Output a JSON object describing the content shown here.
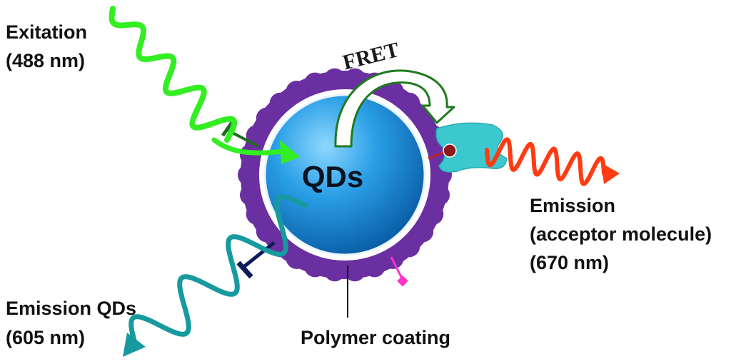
{
  "labels": {
    "excitation_line1": "Exitation",
    "excitation_line2": "(488 nm)",
    "fret": "FRET",
    "qds": "QDs",
    "emission_acceptor_line1": "Emission",
    "emission_acceptor_line2": "(acceptor molecule)",
    "emission_acceptor_line3": "(670 nm)",
    "emission_qds_line1": "Emission QDs",
    "emission_qds_line2": "(605 nm)",
    "polymer_coating": "Polymer coating"
  },
  "colors": {
    "excitation_wave": "#33ee22",
    "fret_arrow": "#1e6b1e",
    "qd_core": "#1a8fd8",
    "polymer_shell": "#6a2fa0",
    "acceptor_molecule": "#3cc8cf",
    "acceptor_emission": "#ff3b12",
    "qd_emission": "#169aa0",
    "linker_pink": "#ff33cc",
    "linker_navy": "#0d1a5a",
    "linker_red": "#c0202a"
  }
}
